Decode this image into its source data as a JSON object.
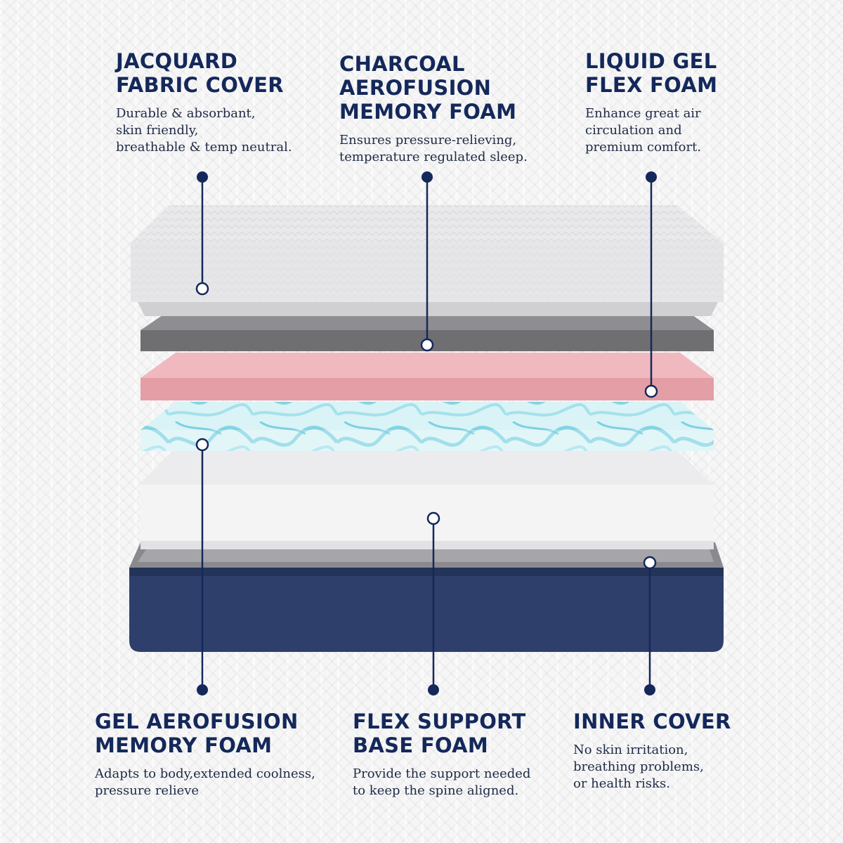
{
  "colors": {
    "accent": "#14285a",
    "jacquard_layer": "#e6e6e8",
    "charcoal_layer": "#6f6f72",
    "liquid_gel_layer": "#e8a6ad",
    "gel_layer": "#cfeff3",
    "base_layer": "#f2f2f2",
    "inner_cover": "#2e3f6b"
  },
  "callouts": {
    "jacquard": {
      "title": "JACQUARD\nFABRIC COVER",
      "description": "Durable & absorbant,\nskin friendly,\nbreathable & temp neutral."
    },
    "charcoal": {
      "title": "CHARCOAL\nAEROFUSION\nMEMORY FOAM",
      "description": "Ensures pressure-relieving,\ntemperature regulated sleep."
    },
    "liquid_gel": {
      "title": "LIQUID GEL\nFLEX FOAM",
      "description": "Enhance great air\ncirculation and\npremium comfort."
    },
    "gel_aerofusion": {
      "title": "GEL AEROFUSION\nMEMORY FOAM",
      "description": "Adapts to body,extended coolness,\npressure relieve"
    },
    "flex_support": {
      "title": "FLEX SUPPORT\nBASE FOAM",
      "description": "Provide the support needed\nto keep the spine aligned."
    },
    "inner_cover": {
      "title": "INNER COVER",
      "description": "No skin irritation,\nbreathing problems,\nor health risks."
    }
  }
}
